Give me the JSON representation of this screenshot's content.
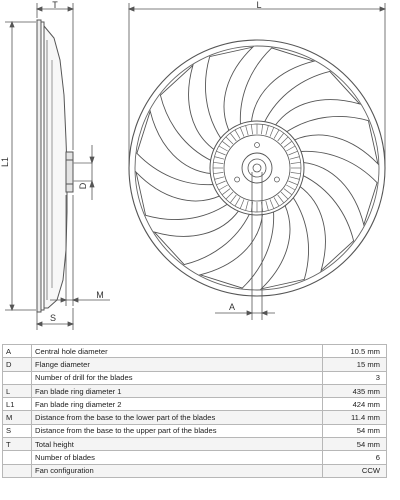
{
  "dimension_labels": {
    "T": "T",
    "L": "L",
    "L1": "L1",
    "D": "D",
    "M": "M",
    "S": "S",
    "A": "A"
  },
  "spec_table": {
    "rows": [
      {
        "symbol": "A",
        "description": "Central hole diameter",
        "value": "10.5 mm"
      },
      {
        "symbol": "D",
        "description": "Flange diameter",
        "value": "15 mm"
      },
      {
        "symbol": "",
        "description": "Number of drill for the blades",
        "value": "3"
      },
      {
        "symbol": "L",
        "description": "Fan blade ring diameter 1",
        "value": "435 mm"
      },
      {
        "symbol": "L1",
        "description": "Fan blade ring diameter 2",
        "value": "424 mm"
      },
      {
        "symbol": "M",
        "description": "Distance from the base to the lower part of the blades",
        "value": "11.4 mm"
      },
      {
        "symbol": "S",
        "description": "Distance from the base to the upper part of the blades",
        "value": "54 mm"
      },
      {
        "symbol": "T",
        "description": "Total height",
        "value": "54 mm"
      },
      {
        "symbol": "",
        "description": "Number of blades",
        "value": "6"
      },
      {
        "symbol": "",
        "description": "Fan configuration",
        "value": "CCW"
      }
    ]
  }
}
